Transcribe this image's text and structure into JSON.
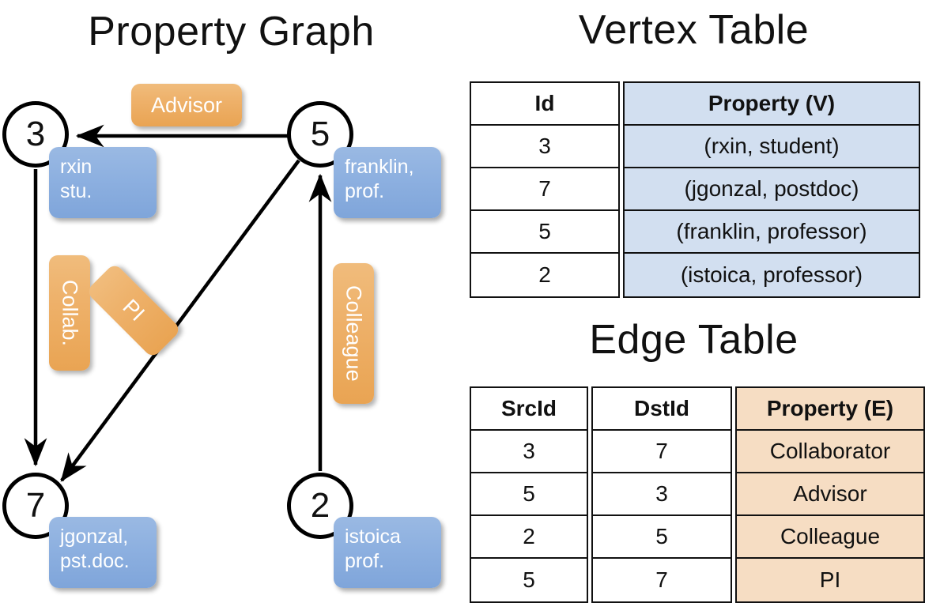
{
  "titles": {
    "property_graph": "Property Graph",
    "vertex_table": "Vertex Table",
    "edge_table": "Edge Table"
  },
  "graph": {
    "nodes": [
      {
        "id": "3",
        "label": "3",
        "property_lines": [
          "rxin",
          "stu."
        ]
      },
      {
        "id": "5",
        "label": "5",
        "property_lines": [
          "franklin,",
          "prof."
        ]
      },
      {
        "id": "7",
        "label": "7",
        "property_lines": [
          "jgonzal,",
          "pst.doc."
        ]
      },
      {
        "id": "2",
        "label": "2",
        "property_lines": [
          "istoica",
          "prof."
        ]
      }
    ],
    "edge_labels": [
      {
        "name": "advisor",
        "text": "Advisor"
      },
      {
        "name": "collab",
        "text": "Collab."
      },
      {
        "name": "pi",
        "text": "PI"
      },
      {
        "name": "colleague",
        "text": "Colleague"
      }
    ]
  },
  "vertex_table": {
    "headers": {
      "id": "Id",
      "property": "Property (V)"
    },
    "rows": [
      {
        "id": "3",
        "property": "(rxin, student)"
      },
      {
        "id": "7",
        "property": "(jgonzal, postdoc)"
      },
      {
        "id": "5",
        "property": "(franklin, professor)"
      },
      {
        "id": "2",
        "property": "(istoica, professor)"
      }
    ]
  },
  "edge_table": {
    "headers": {
      "src": "SrcId",
      "dst": "DstId",
      "property": "Property (E)"
    },
    "rows": [
      {
        "src": "3",
        "dst": "7",
        "property": "Collaborator"
      },
      {
        "src": "5",
        "dst": "3",
        "property": "Advisor"
      },
      {
        "src": "2",
        "dst": "5",
        "property": "Colleague"
      },
      {
        "src": "5",
        "dst": "7",
        "property": "PI"
      }
    ]
  },
  "colors": {
    "vertex_property_fill": "#d2dff0",
    "edge_property_fill": "#f6ddc3",
    "node_box_blue": "#8db0e0",
    "edge_label_orange": "#eeb16a",
    "border": "#111111"
  }
}
